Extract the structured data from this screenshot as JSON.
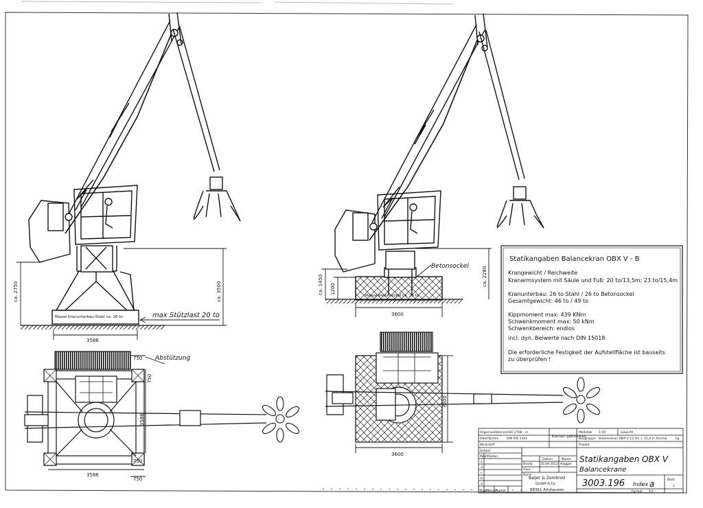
{
  "dims": {
    "left_side": {
      "height_2750": "ca. 2750",
      "height_3500": "ca. 3500",
      "width_3586": "3586",
      "plan_width_3586": "3586",
      "plan_750_top": "750",
      "plan_750_side": "750",
      "plan_3586_vertical": "3586",
      "plan_750_bottom": "750",
      "plan_750_bottom2": "750"
    },
    "right_side": {
      "height_1450": "ca. 1450",
      "height_1200": "1200",
      "height_2280": "ca. 2280",
      "width_3600": "3600",
      "plan_width_3600": "3600",
      "plan_3600_vertical": "3600"
    }
  },
  "labels": {
    "mass_left": "Masse Kranunterbau-Stahl ca. 26 to",
    "max_support": "max Stützlast 20 to",
    "outrigger": "Abstützung",
    "concrete_base": "Betonsockel",
    "mass_right": "Masse Betonsockel ca. 26 to"
  },
  "info_box": {
    "title": "Statikangaben Balancekran OBX V - B",
    "l1": "Krangewicht / Reichweite",
    "l2": "Kranarmsystem mit Säule und Fuß:  20 to/13,5m; 23 to/15,4m",
    "l3": "Kranunterbau:       26 to Stahl / 26 to Betonsockel",
    "l4": "Gesamtgewicht:     46 to / 49 to",
    "l5": "Kippmoment max:   439 KNm",
    "l6": "Schwenkmoment max:   50 kNm",
    "l7": "Schwenkbereich:   endlos",
    "l8": "incl. dyn. Beiwerte nach DIN 15018",
    "l9": "Die erforderliche Festigkeit der Aufstellfläche ist bauseits",
    "l10": "zu überprüfen !"
  },
  "title_block": {
    "general_tol_label": "Allgemeintoleranz",
    "general_tol_value": "ISO 2768 - m",
    "surface_label": "Oberflächen",
    "surface_value": "DIN ISO 1302",
    "edges": "Kanten gebrochen",
    "material_label": "Werkstoff",
    "rawpart_label": "Rohteil",
    "scale_label": "Maßstab",
    "scale_value": "1:50",
    "weight_label": "Gewicht",
    "weight_unit": "kg",
    "group_label": "Baugruppe",
    "group_value": "Balancekran OBX V 13,5m + 15,4 m Reichw.",
    "project_label": "Projekt",
    "rev_label": "Modifikaton",
    "date_head": "Datum",
    "name_head": "Name",
    "drawn_label": "Bearb.",
    "drawn_date": "18.09.2013",
    "drawn_name": "Haggel",
    "checked_label": "Gepr.",
    "norm_label": "Norm",
    "name_title": "Statikangaben OBX V",
    "name_sub": "Balancekrane",
    "company1": "Baljer & Zembrod",
    "company2": "GmbH & Co",
    "company3": "88361 Altshausen",
    "drawing_no": "3003.196",
    "index_label": "Index",
    "index_value": "a",
    "sheet_label": "Blatt",
    "sheet_value": "1",
    "format_label": "Format",
    "format_value": "A3",
    "zust_label": "Zust",
    "datum_label": "Datum",
    "name_label": "Name",
    "rev_letters": [
      "e",
      "d",
      "c",
      "b",
      "a"
    ]
  }
}
